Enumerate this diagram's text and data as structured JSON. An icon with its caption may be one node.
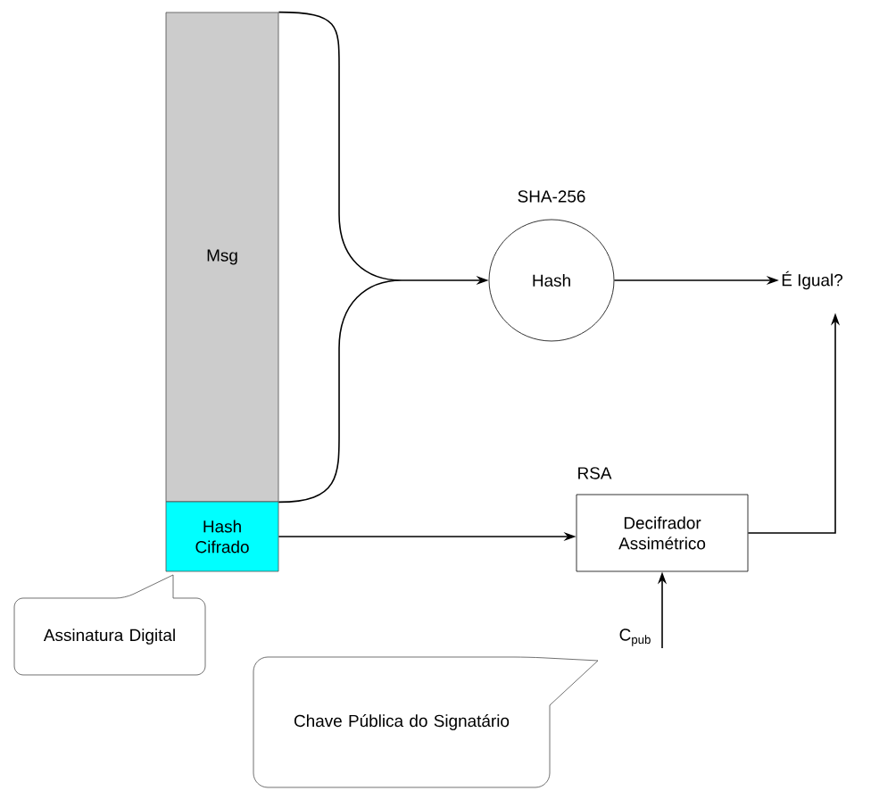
{
  "diagram": {
    "nodes": [
      {
        "text": [
          "Msg"
        ]
      },
      {
        "text": [
          "Hash Cifrado"
        ]
      },
      {
        "text": [
          "Hash"
        ],
        "beside": [
          "SHA-256"
        ]
      },
      {
        "text": [
          "É Igual?"
        ]
      },
      {
        "text": [
          "Decifrador Assimétrico"
        ],
        "beside": [
          "RSA"
        ]
      },
      {
        "text": [
          "C$_{pub}$"
        ]
      },
      {
        "text": [
          "Assinatura Digital"
        ]
      },
      {
        "text": [
          "Chave Pública do Signatário"
        ]
      }
    ],
    "edges": [
      {
        "from": 0,
        "to": 2,
        "arrow": "to"
      },
      {
        "from": 2,
        "to": 3,
        "arrow": "to"
      },
      {
        "from": 1,
        "to": 4,
        "arrow": "to"
      },
      {
        "from": 4,
        "to": 3,
        "arrow": "to"
      },
      {
        "from": 5,
        "to": 4,
        "arrow": "to"
      }
    ]
  }
}
